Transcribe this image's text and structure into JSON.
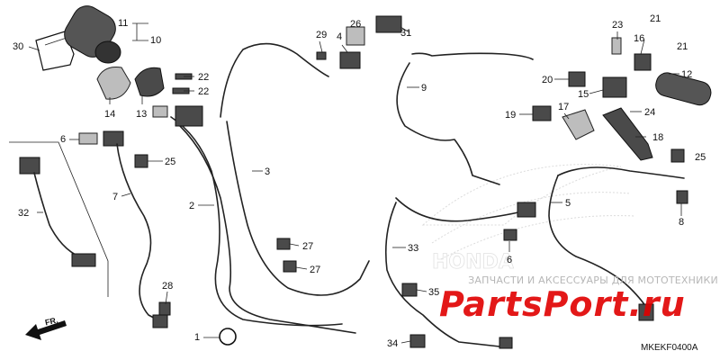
{
  "callouts": [
    "1",
    "2",
    "3",
    "4",
    "5",
    "6",
    "6",
    "7",
    "8",
    "9",
    "10",
    "11",
    "12",
    "13",
    "14",
    "15",
    "16",
    "17",
    "18",
    "19",
    "20",
    "21",
    "21",
    "22",
    "22",
    "23",
    "24",
    "25",
    "25",
    "26",
    "27",
    "27",
    "28",
    "29",
    "30",
    "31",
    "32",
    "33",
    "34",
    "35"
  ],
  "watermark": {
    "subtitle": "ЗАПЧАСТИ И АКСЕССУАРЫ ДЛЯ МОТОТЕХНИКИ",
    "brand": "PartsPort.ru",
    "honda_text": "HONDA"
  },
  "diagram_code": "MKEKF0400A",
  "direction_label": "FR.",
  "colors": {
    "ink": "#111111",
    "brand_red": "#e00000",
    "watermark_gray": "#b7b7b7"
  }
}
